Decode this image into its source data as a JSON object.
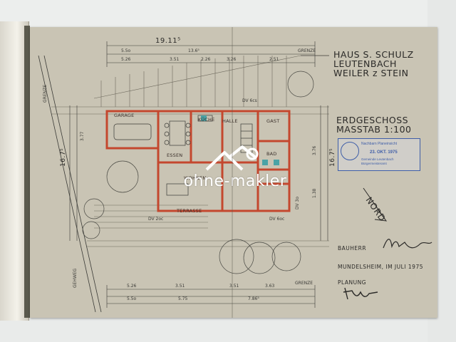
{
  "title_block": {
    "lines": [
      "HAUS S. SCHULZ",
      "LEUTENBACH",
      "WEILER z STEIN"
    ]
  },
  "floor_label": {
    "lines": [
      "ERDGESCHOSS",
      "MASSTAB 1:100"
    ]
  },
  "rooms": {
    "garage": "GARAGE",
    "kueche": "KÜCHE",
    "halle": "HALLE",
    "gast": "GAST",
    "essen": "ESSEN",
    "bad": "BAD",
    "wohnen": "WOHNEN",
    "terrasse": "TERRASSE"
  },
  "labels": {
    "grenze_top": "GRENZE",
    "grenze_left": "GRENZE",
    "grenze_bottom": "GRENZE",
    "gehweg": "GEHWEG",
    "nord": "NORD",
    "dv_top": "DV 6cs",
    "dv_mid": "DV 2oc",
    "dv_right": "DV 6oc",
    "dv_vert": "DV 3o"
  },
  "dimensions": {
    "top_total": "19.11⁵",
    "top_a": "13.6⁵",
    "top_b": "5.5o",
    "top_c": "5.26",
    "top_d": "3.51",
    "top_e": "2.26",
    "top_f": "3.26",
    "top_g": "2.51",
    "bot_a": "5.26",
    "bot_b": "3.51",
    "bot_c": "3.51",
    "bot_d": "3.63",
    "bot_e": "5.5o",
    "bot_f": "5.75",
    "bot_g": "7.86⁵",
    "left_total": "16.7⁵",
    "left_a": "3.77",
    "right_total": "16.7⁵",
    "right_a": "3.76",
    "right_b": "1.38"
  },
  "footer": {
    "bauherr": "BAUHERR",
    "place_date": "MUNDELSHEIM, IM JULI 1975",
    "planung": "PLANUNG"
  },
  "stamp": {
    "line1": "Nachbarn Planeinsicht",
    "date": "23. OKT. 1975",
    "line3": "Gemeinde Leutenbach",
    "line4": "Bürgermeisteramt"
  },
  "watermark": {
    "text": "ohne-makler"
  },
  "colors": {
    "paper": "#c9c4b4",
    "ink": "#2b2a28",
    "wall_red": "#c4472e",
    "stamp_blue": "#3f5ea8"
  }
}
